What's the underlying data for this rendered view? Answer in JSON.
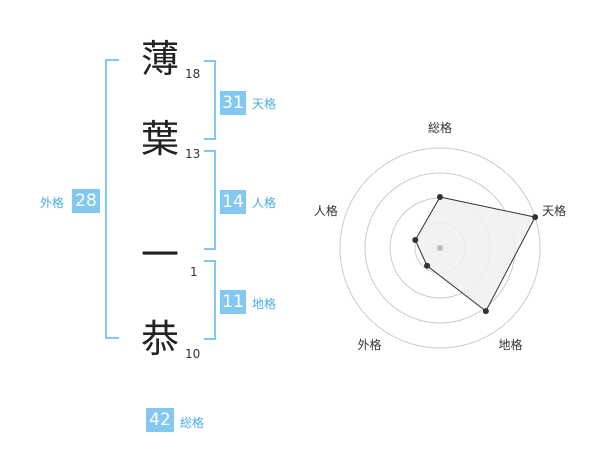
{
  "name_chars": [
    {
      "char": "薄",
      "strokes": "18"
    },
    {
      "char": "葉",
      "strokes": "13"
    },
    {
      "char": "一",
      "strokes": "1"
    },
    {
      "char": "恭",
      "strokes": "10"
    }
  ],
  "fortunes": {
    "tenkaku": {
      "value": "31",
      "label": "天格"
    },
    "jinkaku": {
      "value": "14",
      "label": "人格"
    },
    "chikaku": {
      "value": "11",
      "label": "地格"
    },
    "gaikaku": {
      "value": "28",
      "label": "外格"
    },
    "soukaku": {
      "value": "42",
      "label": "総格"
    }
  },
  "chart_data": {
    "type": "radar",
    "axes": [
      "総格",
      "天格",
      "地格",
      "外格",
      "人格"
    ],
    "values": [
      0.51,
      1.0,
      0.78,
      0.22,
      0.26
    ],
    "rings": 4,
    "colors": {
      "fill": "#f0f0f0",
      "line": "#333333",
      "ring": "#cccccc"
    }
  }
}
